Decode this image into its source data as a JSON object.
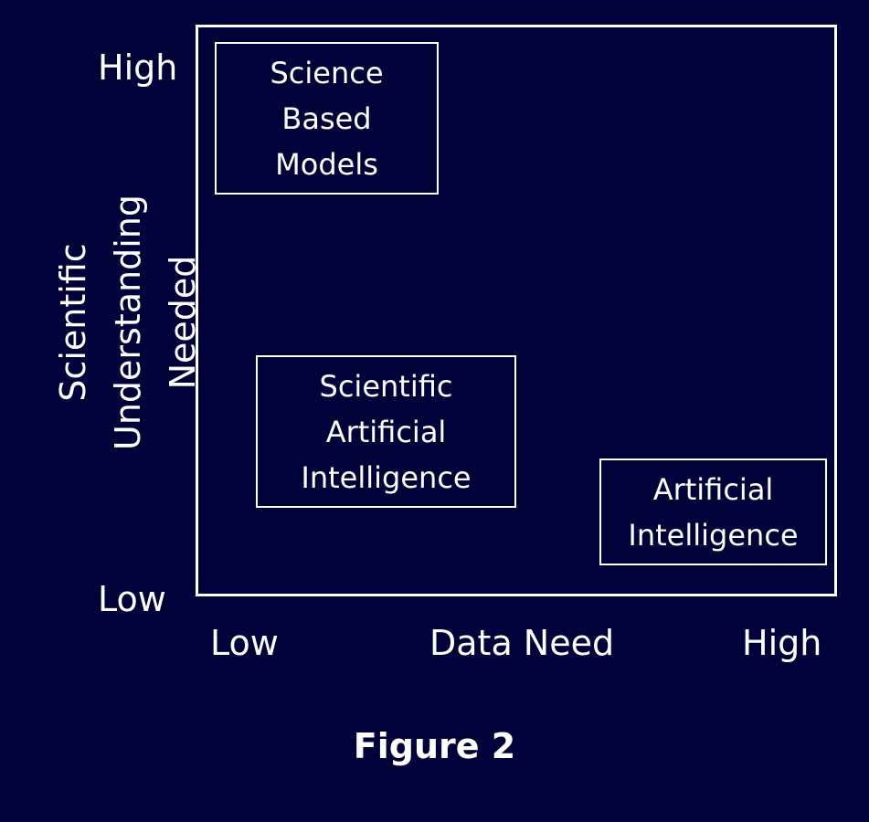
{
  "y_axis": {
    "title_lines": [
      "Scientific",
      "Understanding",
      "Needed"
    ],
    "high_label": "High",
    "low_label": "Low"
  },
  "x_axis": {
    "title": "Data Need",
    "low_label": "Low",
    "high_label": "High"
  },
  "boxes": [
    {
      "lines": [
        "Science",
        "Based",
        "Models"
      ]
    },
    {
      "lines": [
        "Scientific",
        "Artificial",
        "Intelligence"
      ]
    },
    {
      "lines": [
        "Artificial",
        "Intelligence"
      ]
    }
  ],
  "caption": "Figure 2",
  "colors": {
    "background": "#02023a",
    "foreground": "#ffffff"
  }
}
